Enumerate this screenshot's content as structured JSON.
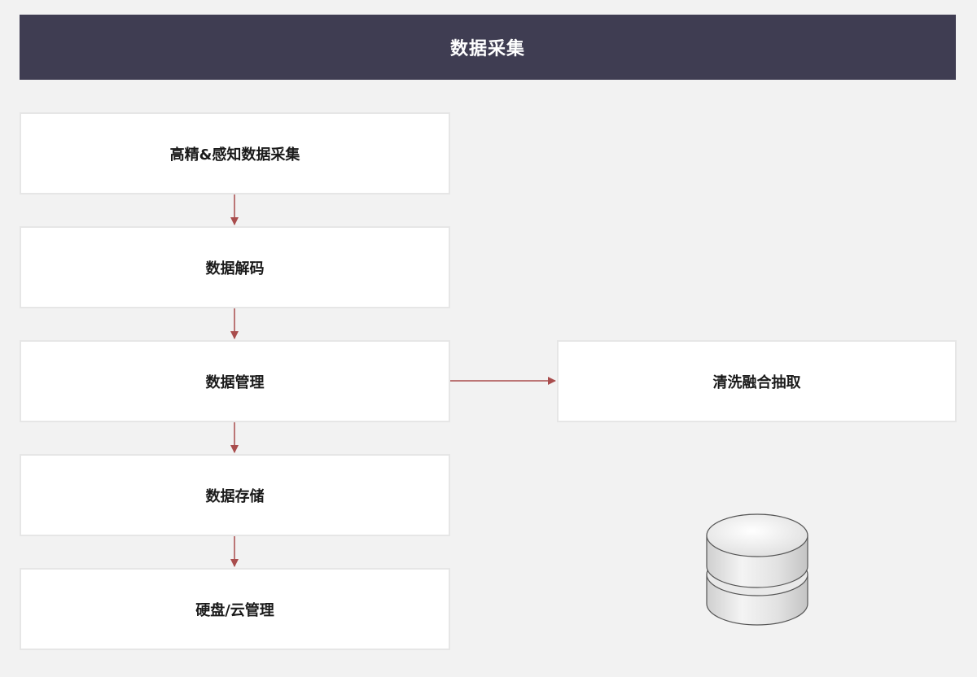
{
  "header": {
    "title": "数据采集"
  },
  "flow": {
    "steps": [
      {
        "label": "高精&感知数据采集"
      },
      {
        "label": "数据解码"
      },
      {
        "label": "数据管理"
      },
      {
        "label": "数据存储"
      },
      {
        "label": "硬盘/云管理"
      }
    ],
    "branch": {
      "label": "清洗融合抽取"
    }
  },
  "colors": {
    "header_bg": "#3f3d52",
    "arrow": "#a94d4d",
    "box_bg": "#ffffff",
    "page_bg": "#f2f2f2"
  },
  "icons": {
    "database": "database-icon"
  }
}
